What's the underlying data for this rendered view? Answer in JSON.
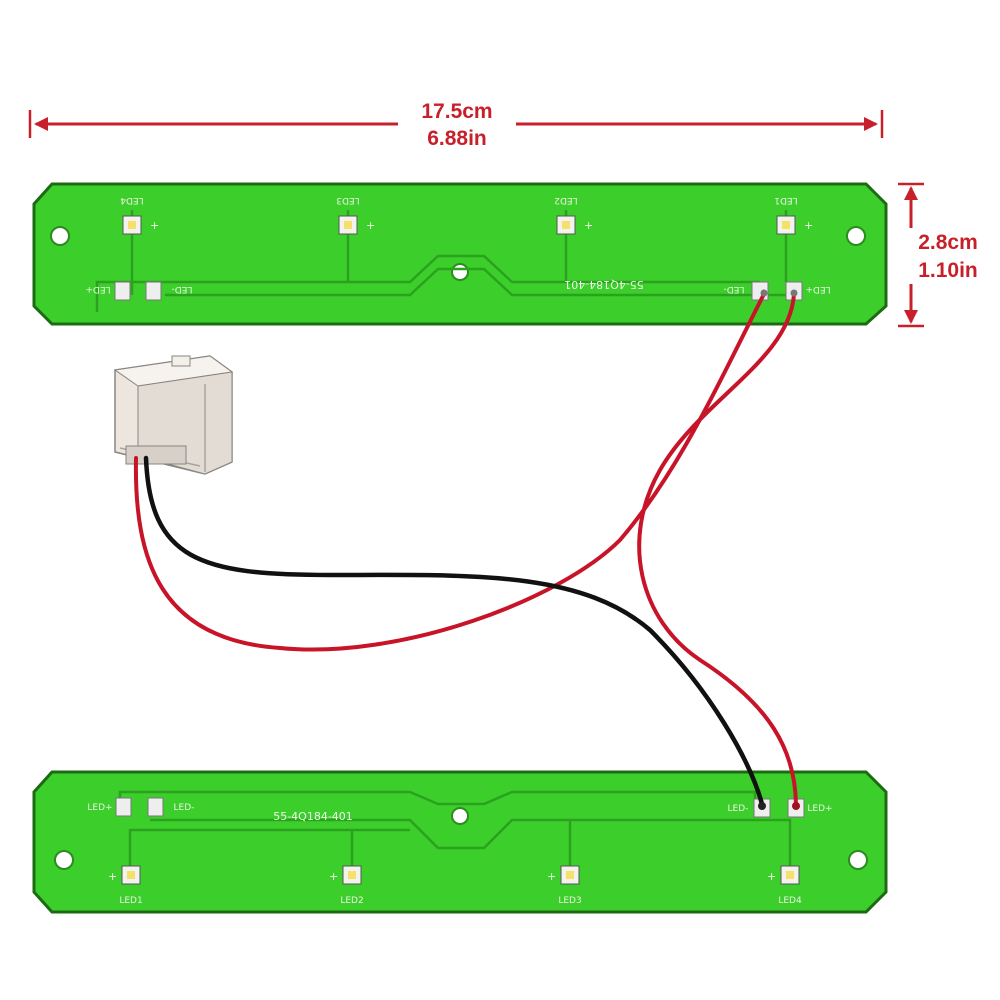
{
  "dimensions": {
    "width_cm": "17.5cm",
    "width_in": "6.88in",
    "height_cm": "2.8cm",
    "height_in": "1.10in"
  },
  "colors": {
    "dimension_line": "#c8202a",
    "pcb_green": "#3ccf2c",
    "pcb_edge": "#1c6b12",
    "trace": "#2aa21e",
    "wire_red": "#c81428",
    "wire_black": "#111111",
    "connector": "#ece6df"
  },
  "top_board": {
    "part_number": "55-4Q184-401",
    "leds": [
      "LED4",
      "LED3",
      "LED2",
      "LED1"
    ],
    "plus_sign": "+",
    "pad_left_plus": "LED+",
    "pad_left_minus": "LED-",
    "pad_right_minus": "LED-",
    "pad_right_plus": "LED+"
  },
  "bottom_board": {
    "part_number": "55-4Q184-401",
    "leds": [
      "LED1",
      "LED2",
      "LED3",
      "LED4"
    ],
    "plus_sign": "+",
    "pad_left_plus": "LED+",
    "pad_left_minus": "LED-",
    "pad_right_minus": "LED-",
    "pad_right_plus": "LED+"
  }
}
